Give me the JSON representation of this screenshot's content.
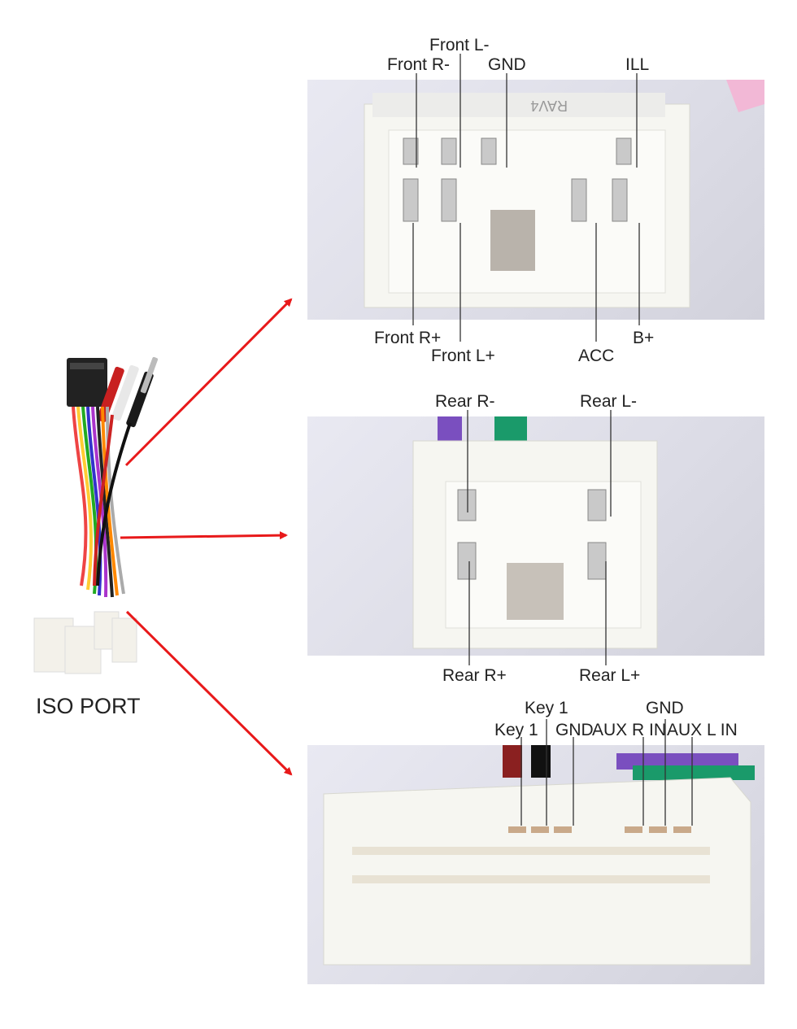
{
  "harness": {
    "caption": "ISO PORT"
  },
  "connector_top": {
    "labels": {
      "front_l_minus": "Front L-",
      "front_r_minus": "Front R-",
      "gnd": "GND",
      "ill": "ILL",
      "front_r_plus": "Front R+",
      "front_l_plus": "Front L+",
      "acc": "ACC",
      "b_plus": "B+"
    },
    "mold_text": "RAV4"
  },
  "connector_middle": {
    "labels": {
      "rear_r_minus": "Rear R-",
      "rear_l_minus": "Rear L-",
      "rear_r_plus": "Rear R+",
      "rear_l_plus": "Rear L+"
    }
  },
  "connector_bottom": {
    "labels": {
      "key1_upper": "Key 1",
      "gnd_upper": "GND",
      "key1_lower": "Key 1",
      "gnd_lower": "GND",
      "aux_r_in": "AUX R IN",
      "aux_l_in": "AUX L IN"
    }
  },
  "colors": {
    "arrow": "#e8191a",
    "connector": "#f6f6f1",
    "panel_bg": "#dedee8",
    "leader": "#333333"
  }
}
